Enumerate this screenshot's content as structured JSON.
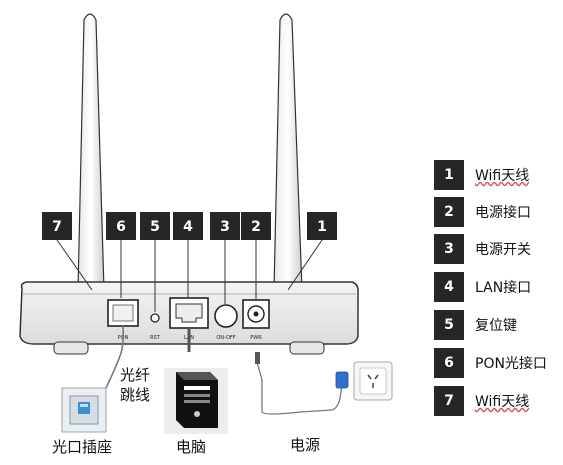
{
  "callouts": [
    "7",
    "6",
    "5",
    "4",
    "3",
    "2",
    "1"
  ],
  "port_labels": [
    "PON",
    "RST",
    "LAN",
    "ON-OFF",
    "PWR"
  ],
  "legend": [
    {
      "num": "1",
      "label": "Wifi天线"
    },
    {
      "num": "2",
      "label": "电源接口"
    },
    {
      "num": "3",
      "label": "电源开关"
    },
    {
      "num": "4",
      "label": "LAN接口"
    },
    {
      "num": "5",
      "label": "复位键"
    },
    {
      "num": "6",
      "label": "PON光接口"
    },
    {
      "num": "7",
      "label": "Wifi天线"
    }
  ],
  "captions": {
    "fiber_jumper_line1": "光纤",
    "fiber_jumper_line2": "跳线",
    "optical_socket": "光口插座",
    "computer": "电脑",
    "power": "电源"
  }
}
